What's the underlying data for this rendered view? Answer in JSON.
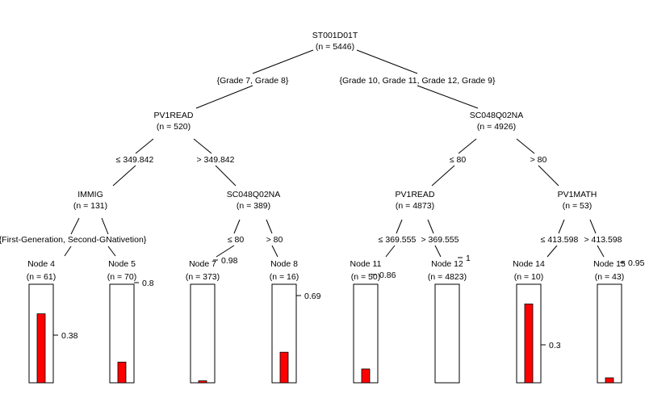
{
  "nodes": {
    "root": {
      "name": "ST001D01T",
      "n": "(n = 5446)"
    },
    "l": {
      "name": "PV1READ",
      "n": "(n = 520)"
    },
    "r": {
      "name": "SC048Q02NA",
      "n": "(n = 4926)"
    },
    "ll": {
      "name": "IMMIG",
      "n": "(n = 131)"
    },
    "lr": {
      "name": "SC048Q02NA",
      "n": "(n = 389)"
    },
    "rl": {
      "name": "PV1READ",
      "n": "(n = 4873)"
    },
    "rr": {
      "name": "PV1MATH",
      "n": "(n = 53)"
    }
  },
  "edges": {
    "root_l": "{Grade 7, Grade 8}",
    "root_r": "{Grade 10, Grade 11, Grade 12, Grade 9}",
    "l_ll": "≤ 349.842",
    "l_lr": "> 349.842",
    "ll_pair": "{First-Generation, Second-GNativetion}",
    "lr_7": "≤ 80",
    "lr_8": "> 80",
    "r_rl": "≤ 80",
    "r_rr": "> 80",
    "rl_11": "≤ 369.555",
    "rl_12": "> 369.555",
    "rr_14": "≤ 413.598",
    "rr_15": "> 413.598"
  },
  "chart_data": {
    "type": "bar",
    "ylim": [
      0,
      1
    ],
    "bar_color": "#ff0000",
    "leaves": [
      {
        "label": "Node 4",
        "n": "(n = 61)",
        "value": 0.7,
        "tick": "0.38"
      },
      {
        "label": "Node 5",
        "n": "(n = 70)",
        "value": 0.21,
        "tick": "0.8"
      },
      {
        "label": "Node 7",
        "n": "(n = 373)",
        "value": 0.02,
        "tick": "0.98"
      },
      {
        "label": "Node 8",
        "n": "(n = 16)",
        "value": 0.31,
        "tick": "0.69"
      },
      {
        "label": "Node 11",
        "n": "(n = 50)",
        "value": 0.14,
        "tick": "0.86"
      },
      {
        "label": "Node 12",
        "n": "(n = 4823)",
        "value": 0.0,
        "tick": "1"
      },
      {
        "label": "Node 14",
        "n": "(n = 10)",
        "value": 0.8,
        "tick": "0.3"
      },
      {
        "label": "Node 15",
        "n": "(n = 43)",
        "value": 0.05,
        "tick": "0.95"
      }
    ]
  }
}
